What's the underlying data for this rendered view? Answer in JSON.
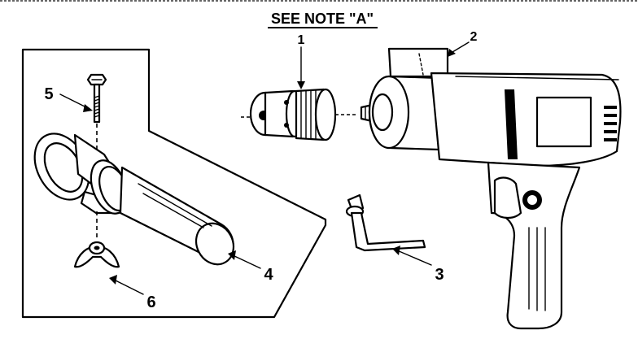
{
  "header": {
    "note": "SEE NOTE \"A\""
  },
  "callouts": [
    {
      "id": "1",
      "part": "chuck"
    },
    {
      "id": "2",
      "part": "drill-body"
    },
    {
      "id": "3",
      "part": "chuck-key"
    },
    {
      "id": "4",
      "part": "side-handle"
    },
    {
      "id": "5",
      "part": "bolt"
    },
    {
      "id": "6",
      "part": "wing-nut"
    }
  ],
  "colors": {
    "ink": "#000000",
    "paper": "#ffffff"
  }
}
